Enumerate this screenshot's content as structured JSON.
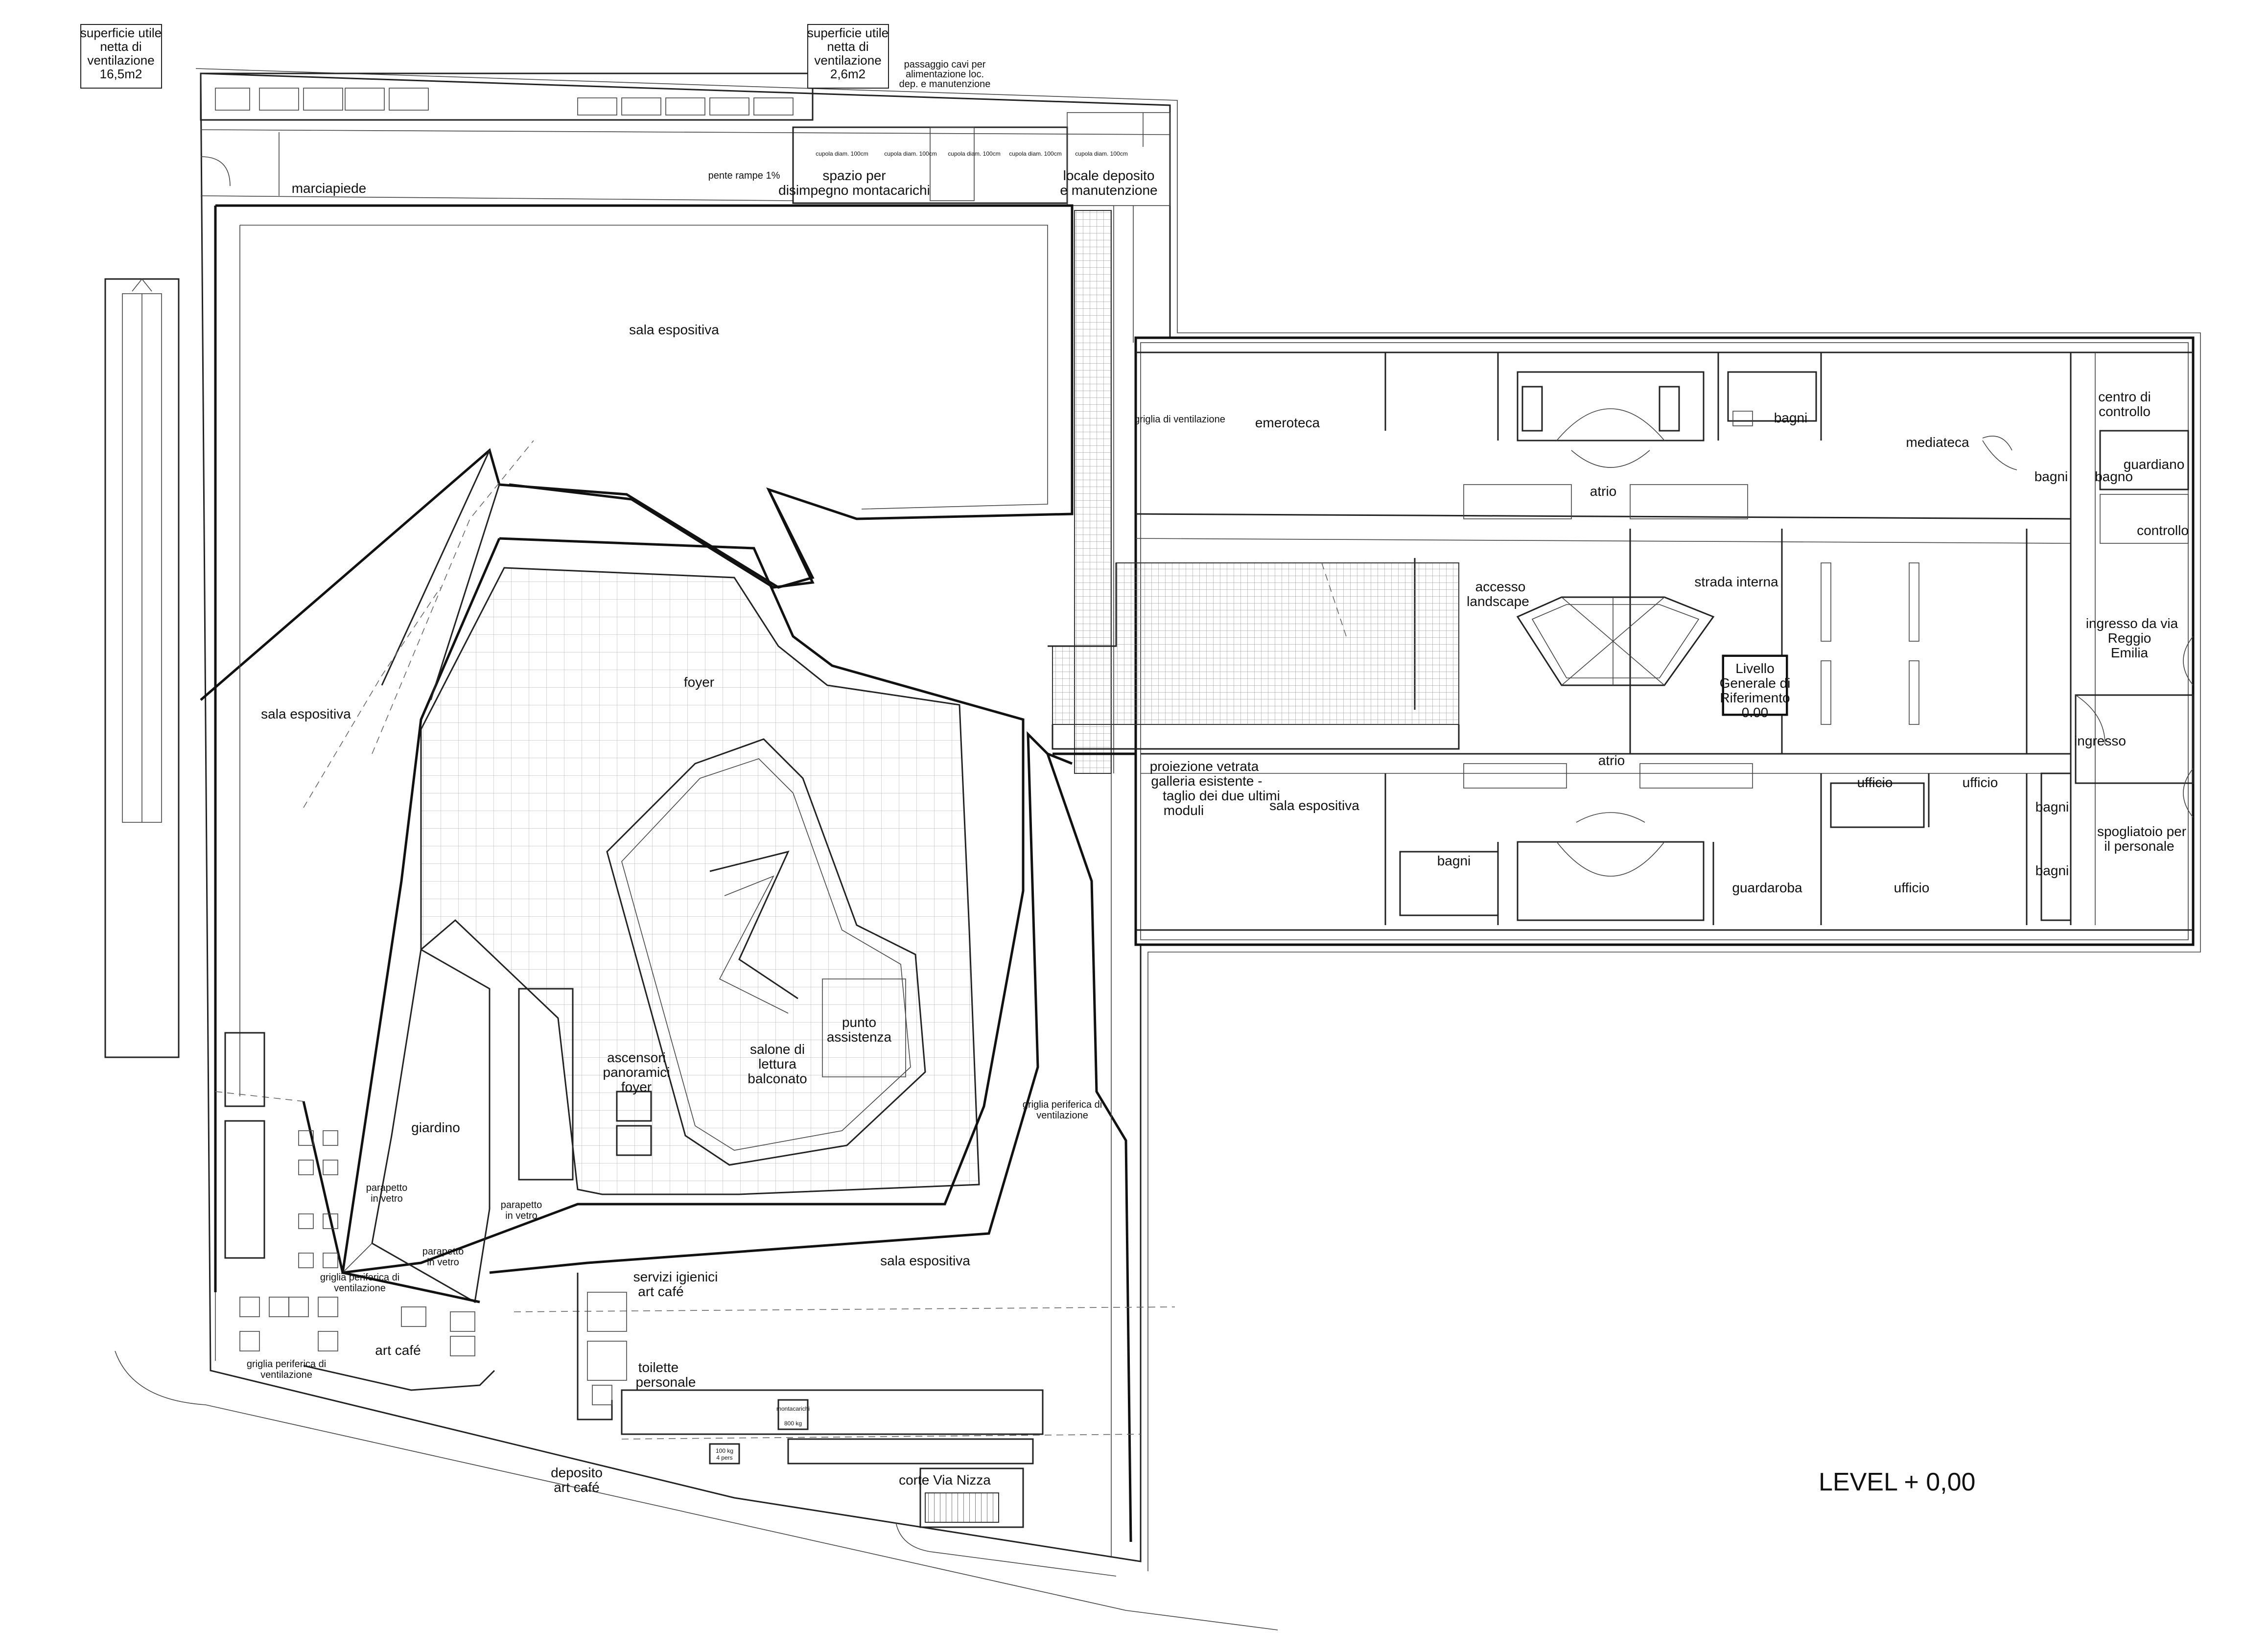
{
  "level_label": "LEVEL  + 0,00",
  "ventilation_boxes": [
    [
      "superficie utile",
      "netta di",
      "ventilazione",
      "16,5m2"
    ],
    [
      "superficie utile",
      "netta di",
      "ventilazione",
      "2,6m2"
    ]
  ],
  "notes": {
    "cable_passage": [
      "passaggio cavi per",
      "alimentazione loc.",
      "dep. e manutenzione"
    ],
    "ramp_slope": "pente rampe 1%",
    "cupola_1": "cupola diam. 100cm",
    "cupola_2": "cupola diam. 100cm",
    "cupola_3": "cupola diam. 100cm",
    "cupola_4": "cupola diam. 100cm",
    "cupola_5": "cupola diam. 100cm",
    "grid_ventilation": "griglia di ventilazione",
    "perimeter_grid_1": [
      "griglia periferica di",
      "ventilazione"
    ],
    "perimeter_grid_2": [
      "griglia periferica di",
      "ventilazione"
    ],
    "perimeter_grid_3": [
      "griglia periferica di",
      "ventilazione"
    ],
    "glass_parapet_1": [
      "parapetto",
      "in vetro"
    ],
    "glass_parapet_2": [
      "parapetto",
      "in vetro"
    ],
    "glass_parapet_3": [
      "parapetto",
      "in vetro"
    ],
    "lift_label": "montacarichi",
    "lift_capacity": "800 kg",
    "small_lift": [
      "100 kg",
      "4 pers"
    ]
  },
  "rooms": {
    "marciapiede": "marciapiede",
    "spazio_montacarichi": [
      "spazio per",
      "disimpegno montacarichi"
    ],
    "locale_deposito": [
      "locale deposito",
      "e manutenzione"
    ],
    "sala_espositiva_top": "sala espositiva",
    "sala_espositiva_left": "sala espositiva",
    "sala_espositiva_bottom": "sala espositiva",
    "sala_espositiva_right": "sala espositiva",
    "foyer": "foyer",
    "salone_lettura": [
      "salone di",
      "lettura",
      "balconato"
    ],
    "punto_assistenza": [
      "punto",
      "assistenza"
    ],
    "ascensori": [
      "ascensori",
      "panoramici",
      "foyer"
    ],
    "giardino": "giardino",
    "art_cafe": "art café",
    "servizi_igienici": [
      "servizi igienici",
      "art café"
    ],
    "toilette_personale": [
      "toilette",
      "personale"
    ],
    "deposito_art_cafe": [
      "deposito",
      "art café"
    ],
    "corte_via_nizza": "corte Via Nizza",
    "proiezione_vetrata": [
      "proiezione vetrata",
      "galleria esistente -",
      "taglio dei due ultimi",
      "moduli"
    ],
    "emeroteca": "emeroteca",
    "atrio_top": "atrio",
    "atrio_bottom": "atrio",
    "bagni_top": "bagni",
    "mediateca": "mediateca",
    "centro_controllo": [
      "centro di",
      "controllo"
    ],
    "bagni_right": "bagni",
    "bagno": "bagno",
    "guardiano": "guardiano",
    "controllo": "controllo",
    "accesso_landscape": [
      "accesso",
      "landscape"
    ],
    "strada_interna": "strada interna",
    "livello_riferimento": [
      "Livello",
      "Generale di",
      "Riferimento",
      "0.00"
    ],
    "ingresso_via": [
      "ingresso da via",
      "Reggio",
      "Emilia"
    ],
    "ingresso": "ingresso",
    "ufficio_1": "ufficio",
    "ufficio_2": "ufficio",
    "ufficio_3": "ufficio",
    "bagni_lower_right_1": "bagni",
    "bagni_lower_right_2": "bagni",
    "spogliatoio": [
      "spogliatoio per",
      "il personale"
    ],
    "bagni_lower_mid": "bagni",
    "guardaroba": "guardaroba"
  }
}
